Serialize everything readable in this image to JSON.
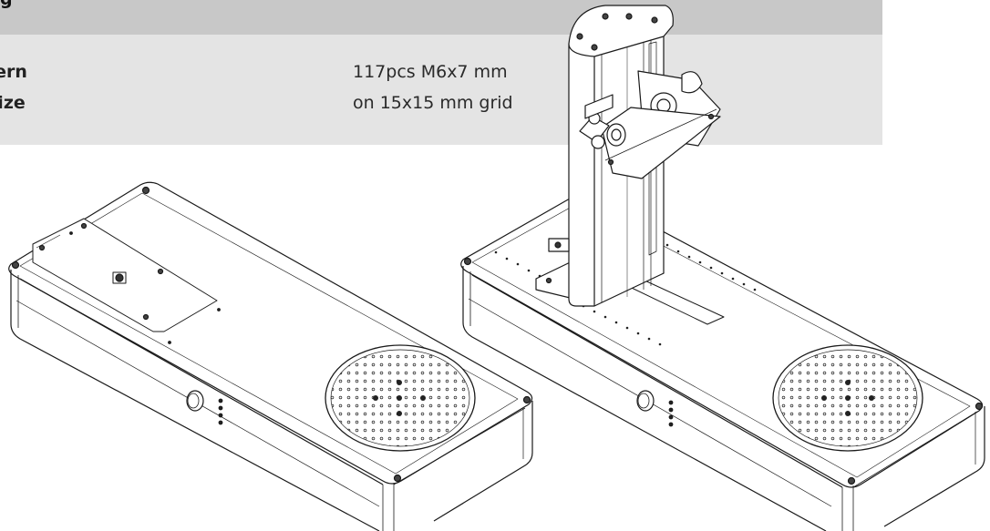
{
  "spec_table": {
    "header": "g",
    "rows": [
      {
        "label": "tern",
        "value": "117pcs M6x7 mm"
      },
      {
        "label": "size",
        "value": "on 15x15 mm grid"
      }
    ]
  },
  "colors": {
    "header_bg": "#c8c8c8",
    "body_bg": "#e4e4e4",
    "line": "#1a1a1a"
  }
}
